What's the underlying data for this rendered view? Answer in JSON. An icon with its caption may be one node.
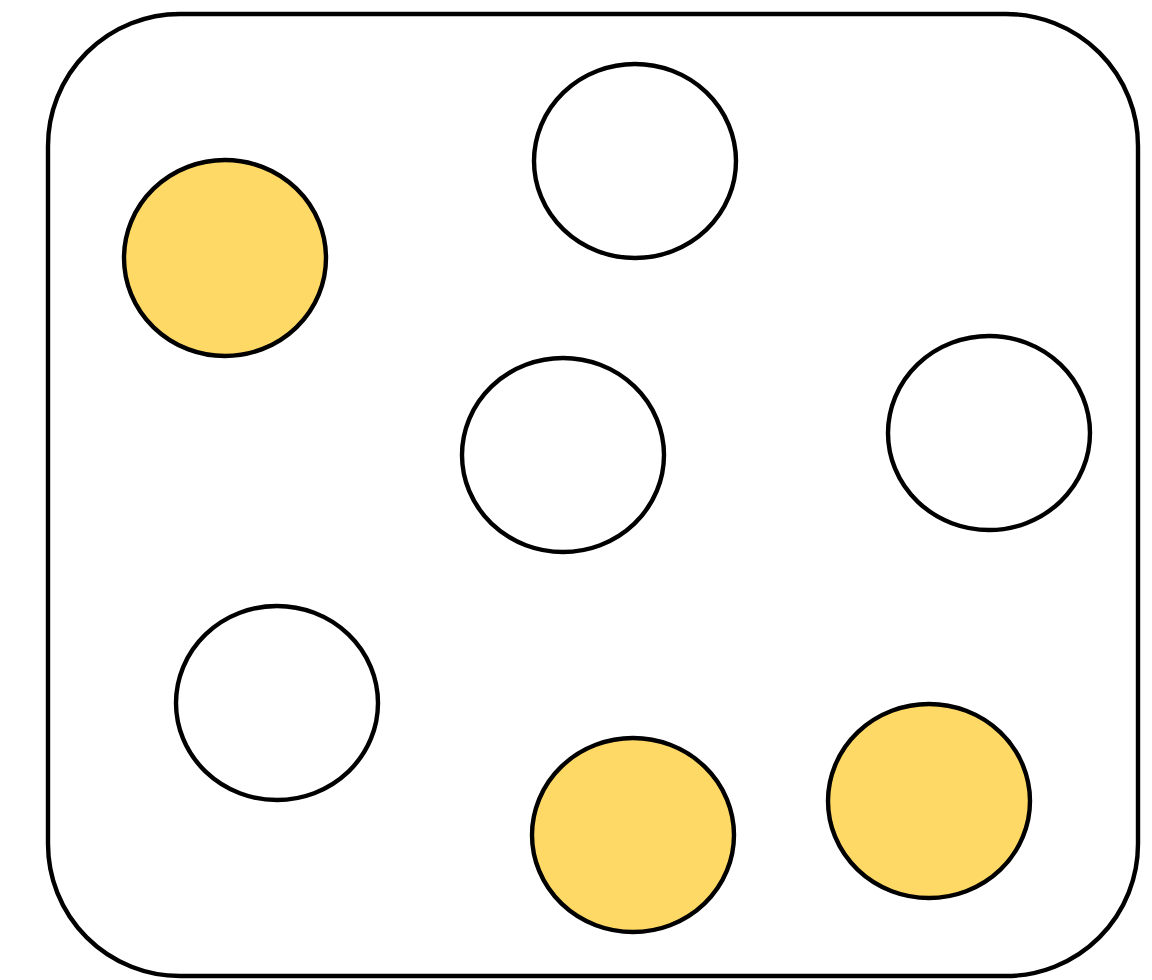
{
  "diagram": {
    "nodes": [
      {
        "text": [],
        "shape": "box"
      },
      {
        "text": [],
        "shape": "circle",
        "in": 0
      },
      {
        "text": [],
        "shape": "circle",
        "in": 0
      },
      {
        "text": [],
        "shape": "circle",
        "in": 0
      },
      {
        "text": [],
        "shape": "circle",
        "in": 0
      },
      {
        "text": [],
        "shape": "circle",
        "in": 0
      },
      {
        "text": [],
        "shape": "circle",
        "in": 0
      },
      {
        "text": [],
        "shape": "circle",
        "in": 0
      }
    ]
  }
}
